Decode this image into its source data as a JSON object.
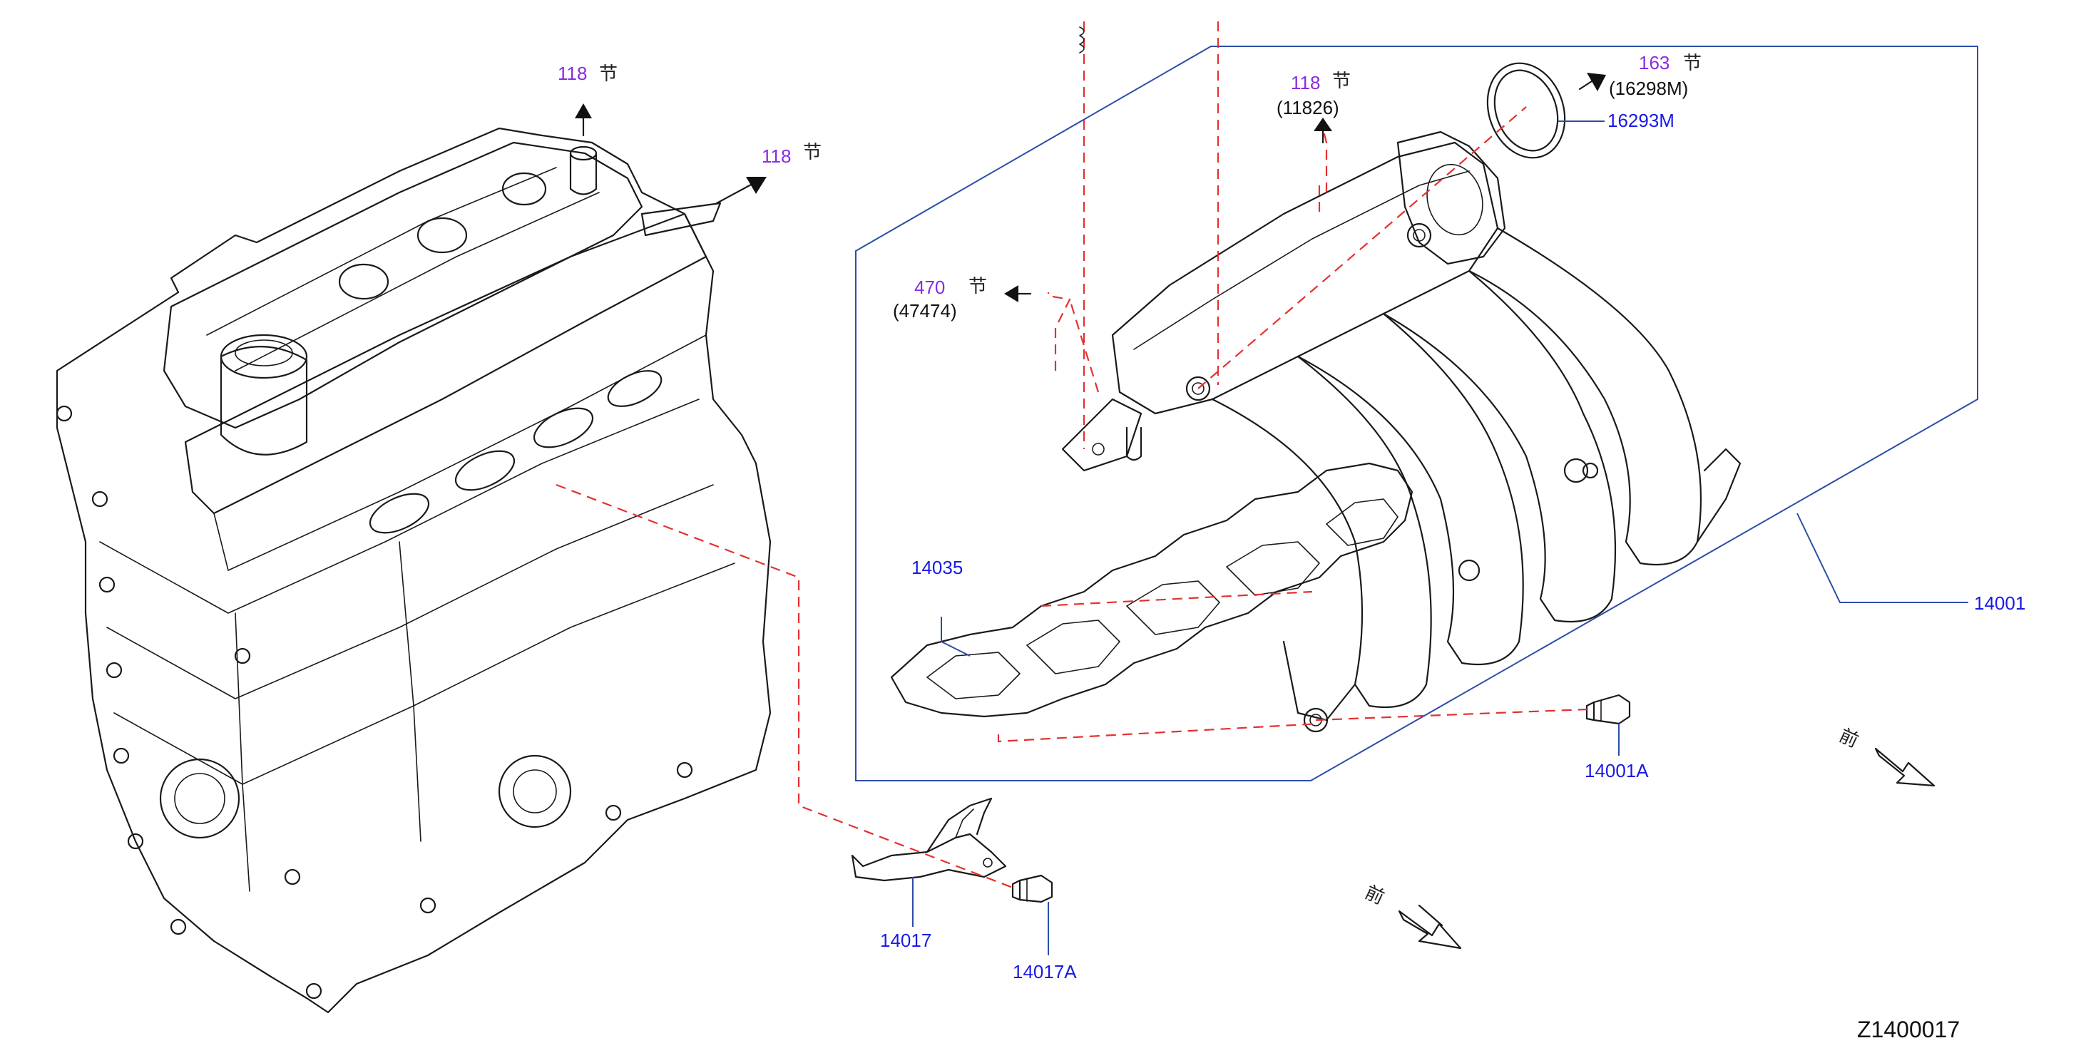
{
  "section_refs": [
    {
      "id": "ref-engine-top",
      "section": "118",
      "char": "节",
      "code": ""
    },
    {
      "id": "ref-engine-side",
      "section": "118",
      "char": "节",
      "code": ""
    },
    {
      "id": "ref-manifold-top",
      "section": "118",
      "char": "节",
      "code": "(11826)"
    },
    {
      "id": "ref-throttle",
      "section": "163",
      "char": "节",
      "code": "(16298M)"
    },
    {
      "id": "ref-vacuum",
      "section": "470",
      "char": "节",
      "code": "(47474)"
    }
  ],
  "parts": {
    "gasket_throttle": "16293M",
    "intake_manifold": "14001",
    "manifold_gasket": "14035",
    "manifold_bolt": "14001A",
    "bracket": "14017",
    "bracket_bolt": "14017A"
  },
  "front_marks": [
    "前",
    "前"
  ],
  "drawing_id": "Z1400017",
  "colors": {
    "part_label": "#1a1ae6",
    "section_ref": "#8a2be2",
    "leader": "#2a4fa8",
    "dashed_guide": "#e53030",
    "ink": "#1a1a1a"
  }
}
